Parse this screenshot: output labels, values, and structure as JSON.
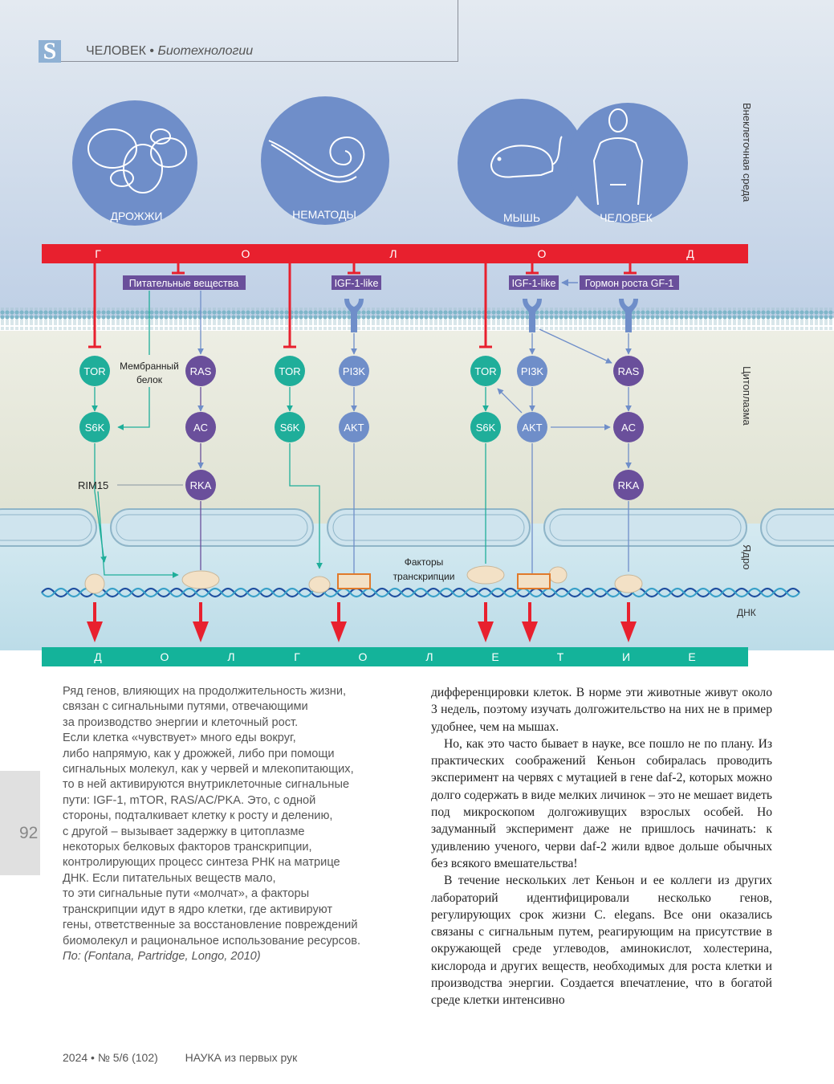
{
  "header": {
    "section": "ЧЕЛОВЕК",
    "bullet": "•",
    "subsection": "Биотехнологии",
    "logo_letter": "S"
  },
  "figure": {
    "side_labels": {
      "extracellular": "Внеклеточная среда",
      "cytoplasm": "Цитоплазма",
      "nucleus": "Ядро",
      "dna": "ДНК"
    },
    "organisms": {
      "yeast": "ДРОЖЖИ",
      "nematodes": "НЕМАТОДЫ",
      "mouse": "МЫШЬ",
      "human": "ЧЕЛОВЕК"
    },
    "hunger_letters": [
      "Г",
      "О",
      "Л",
      "О",
      "Д"
    ],
    "longevity_letters": [
      "Д",
      "О",
      "Л",
      "Г",
      "О",
      "Л",
      "Е",
      "Т",
      "И",
      "Е"
    ],
    "ligands": {
      "nutrients": "Питательные вещества",
      "igf1_worm": "IGF-1-like",
      "igf1_mammal": "IGF-1-like",
      "gh": "Гормон роста GF-1"
    },
    "labels": {
      "membrane_protein_1": "Мембранный",
      "membrane_protein_2": "белок",
      "rim15": "RIM15",
      "tf_1": "Факторы",
      "tf_2": "транскрипции"
    },
    "nodes": {
      "tor": "TOR",
      "s6k": "S6K",
      "ras": "RAS",
      "ac": "AC",
      "rka": "RKA",
      "pi3k": "PI3K",
      "akt": "AKT"
    },
    "colors": {
      "red": "#e8202e",
      "teal": "#14b39a",
      "blue": "#6f8ec9",
      "purple": "#6a4f9b",
      "teal_node": "#1fae9a",
      "sky": "#c9d8ea",
      "cyto": "#e7e9dd",
      "nuc": "#cfe6ef"
    }
  },
  "caption": {
    "lines": [
      "Ряд генов, влияющих на продолжительность жизни,",
      "связан с сигнальными путями, отвечающими",
      "за производство энергии и клеточный рост.",
      "Если клетка «чувствует» много еды вокруг,",
      "либо напрямую, как у дрожжей, либо при помощи",
      "сигнальных молекул, как у червей и млекопитающих,",
      "то в ней активируются внутриклеточные сигнальные",
      "пути: IGF-1, mTOR, RAS/AC/PKA. Это, с одной",
      "стороны, подталкивает клетку к росту и делению,",
      "с другой – вызывает задержку в цитоплазме",
      "некоторых белковых факторов транскрипции,",
      "контролирующих процесс синтеза РНК на матрице",
      "ДНК.  Если питательных веществ мало,",
      "то эти сигнальные пути «молчат», а факторы",
      "транскрипции идут в ядро клетки, где активируют",
      "гены, ответственные за восстановление повреждений",
      "биомолекул и рациональное использование ресурсов."
    ],
    "source": "По: (Fontana, Partridge, Longo, 2010)"
  },
  "article": {
    "p1": "дифференцировки клеток. В норме эти животные живут около 3 недель, поэтому изучать долгожительство на них не в пример удобнее, чем на мышах.",
    "p2": "Но, как это часто бывает в науке, все пошло не по плану. Из практических соображений Кеньон собиралась проводить эксперимент на червях с мутацией в гене daf-2, которых можно долго содержать в виде мелких личинок – это не мешает видеть под микроскопом долгоживущих взрослых особей. Но задуманный эксперимент даже не пришлось начинать: к удивлению ученого, черви daf-2 жили вдвое дольше обычных без всякого вмешательства!",
    "p3": "В течение нескольких лет Кеньон и ее коллеги из других лабораторий идентифицировали несколько генов, регулирующих срок жизни C. elegans. Все они оказались связаны с сигнальным путем, реагирующим на присутствие в окружающей среде углеводов, аминокислот, холестерина, кислорода и других веществ, необходимых для роста клетки и производства энергии. Создается впечатление, что в богатой среде клетки интенсивно"
  },
  "page_number": "92",
  "footer": {
    "issue": "2024 • № 5/6 (102)",
    "magazine": "НАУКА из первых рук"
  }
}
